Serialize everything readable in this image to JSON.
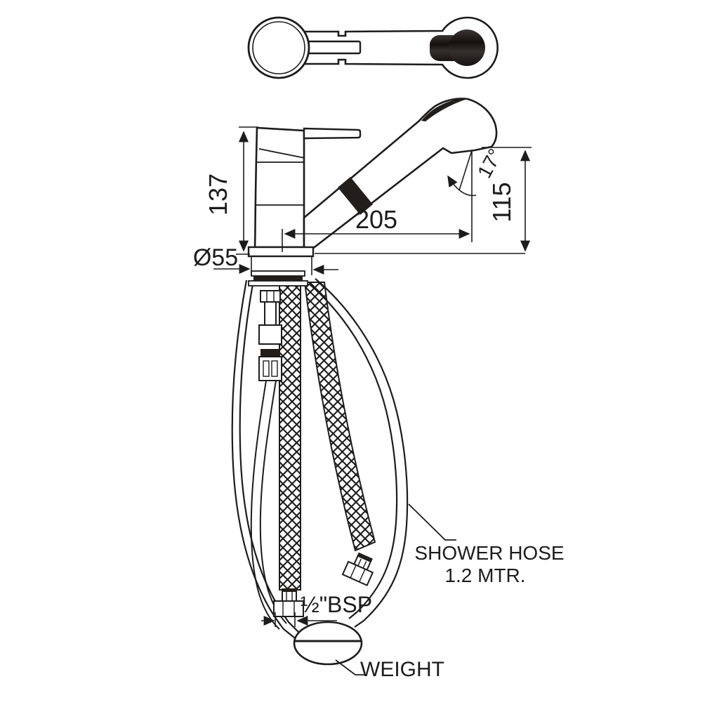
{
  "drawing": {
    "title": "pull-out kitchen faucet technical drawing",
    "line_color": "#1c1c1c",
    "dark_fill": "#282422",
    "background": "#ffffff",
    "dimensions": {
      "body_height": "137",
      "base_diameter": "Ø55",
      "spout_reach": "205",
      "spray_head_height": "115",
      "spray_angle": "17°",
      "connector_thread": "½\"BSP"
    },
    "annotations": {
      "shower_hose_line1": "SHOWER HOSE",
      "shower_hose_line2": "1.2 MTR.",
      "weight": "WEIGHT"
    }
  }
}
